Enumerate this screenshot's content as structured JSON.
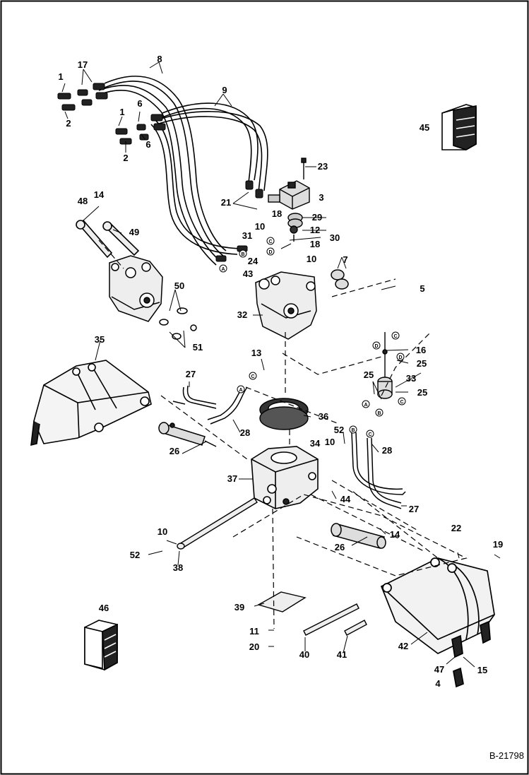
{
  "diagram": {
    "figure_code": "B-21798",
    "callouts": [
      "1",
      "2",
      "3",
      "4",
      "5",
      "6",
      "7",
      "8",
      "9",
      "10",
      "11",
      "12",
      "13",
      "14",
      "15",
      "16",
      "17",
      "18",
      "19",
      "20",
      "21",
      "22",
      "23",
      "24",
      "25",
      "26",
      "27",
      "28",
      "29",
      "30",
      "31",
      "32",
      "33",
      "34",
      "35",
      "36",
      "37",
      "38",
      "39",
      "40",
      "41",
      "42",
      "43",
      "44",
      "45",
      "46",
      "47",
      "48",
      "49",
      "50",
      "51",
      "52"
    ],
    "port_letters": [
      "A",
      "B",
      "C",
      "D"
    ]
  }
}
